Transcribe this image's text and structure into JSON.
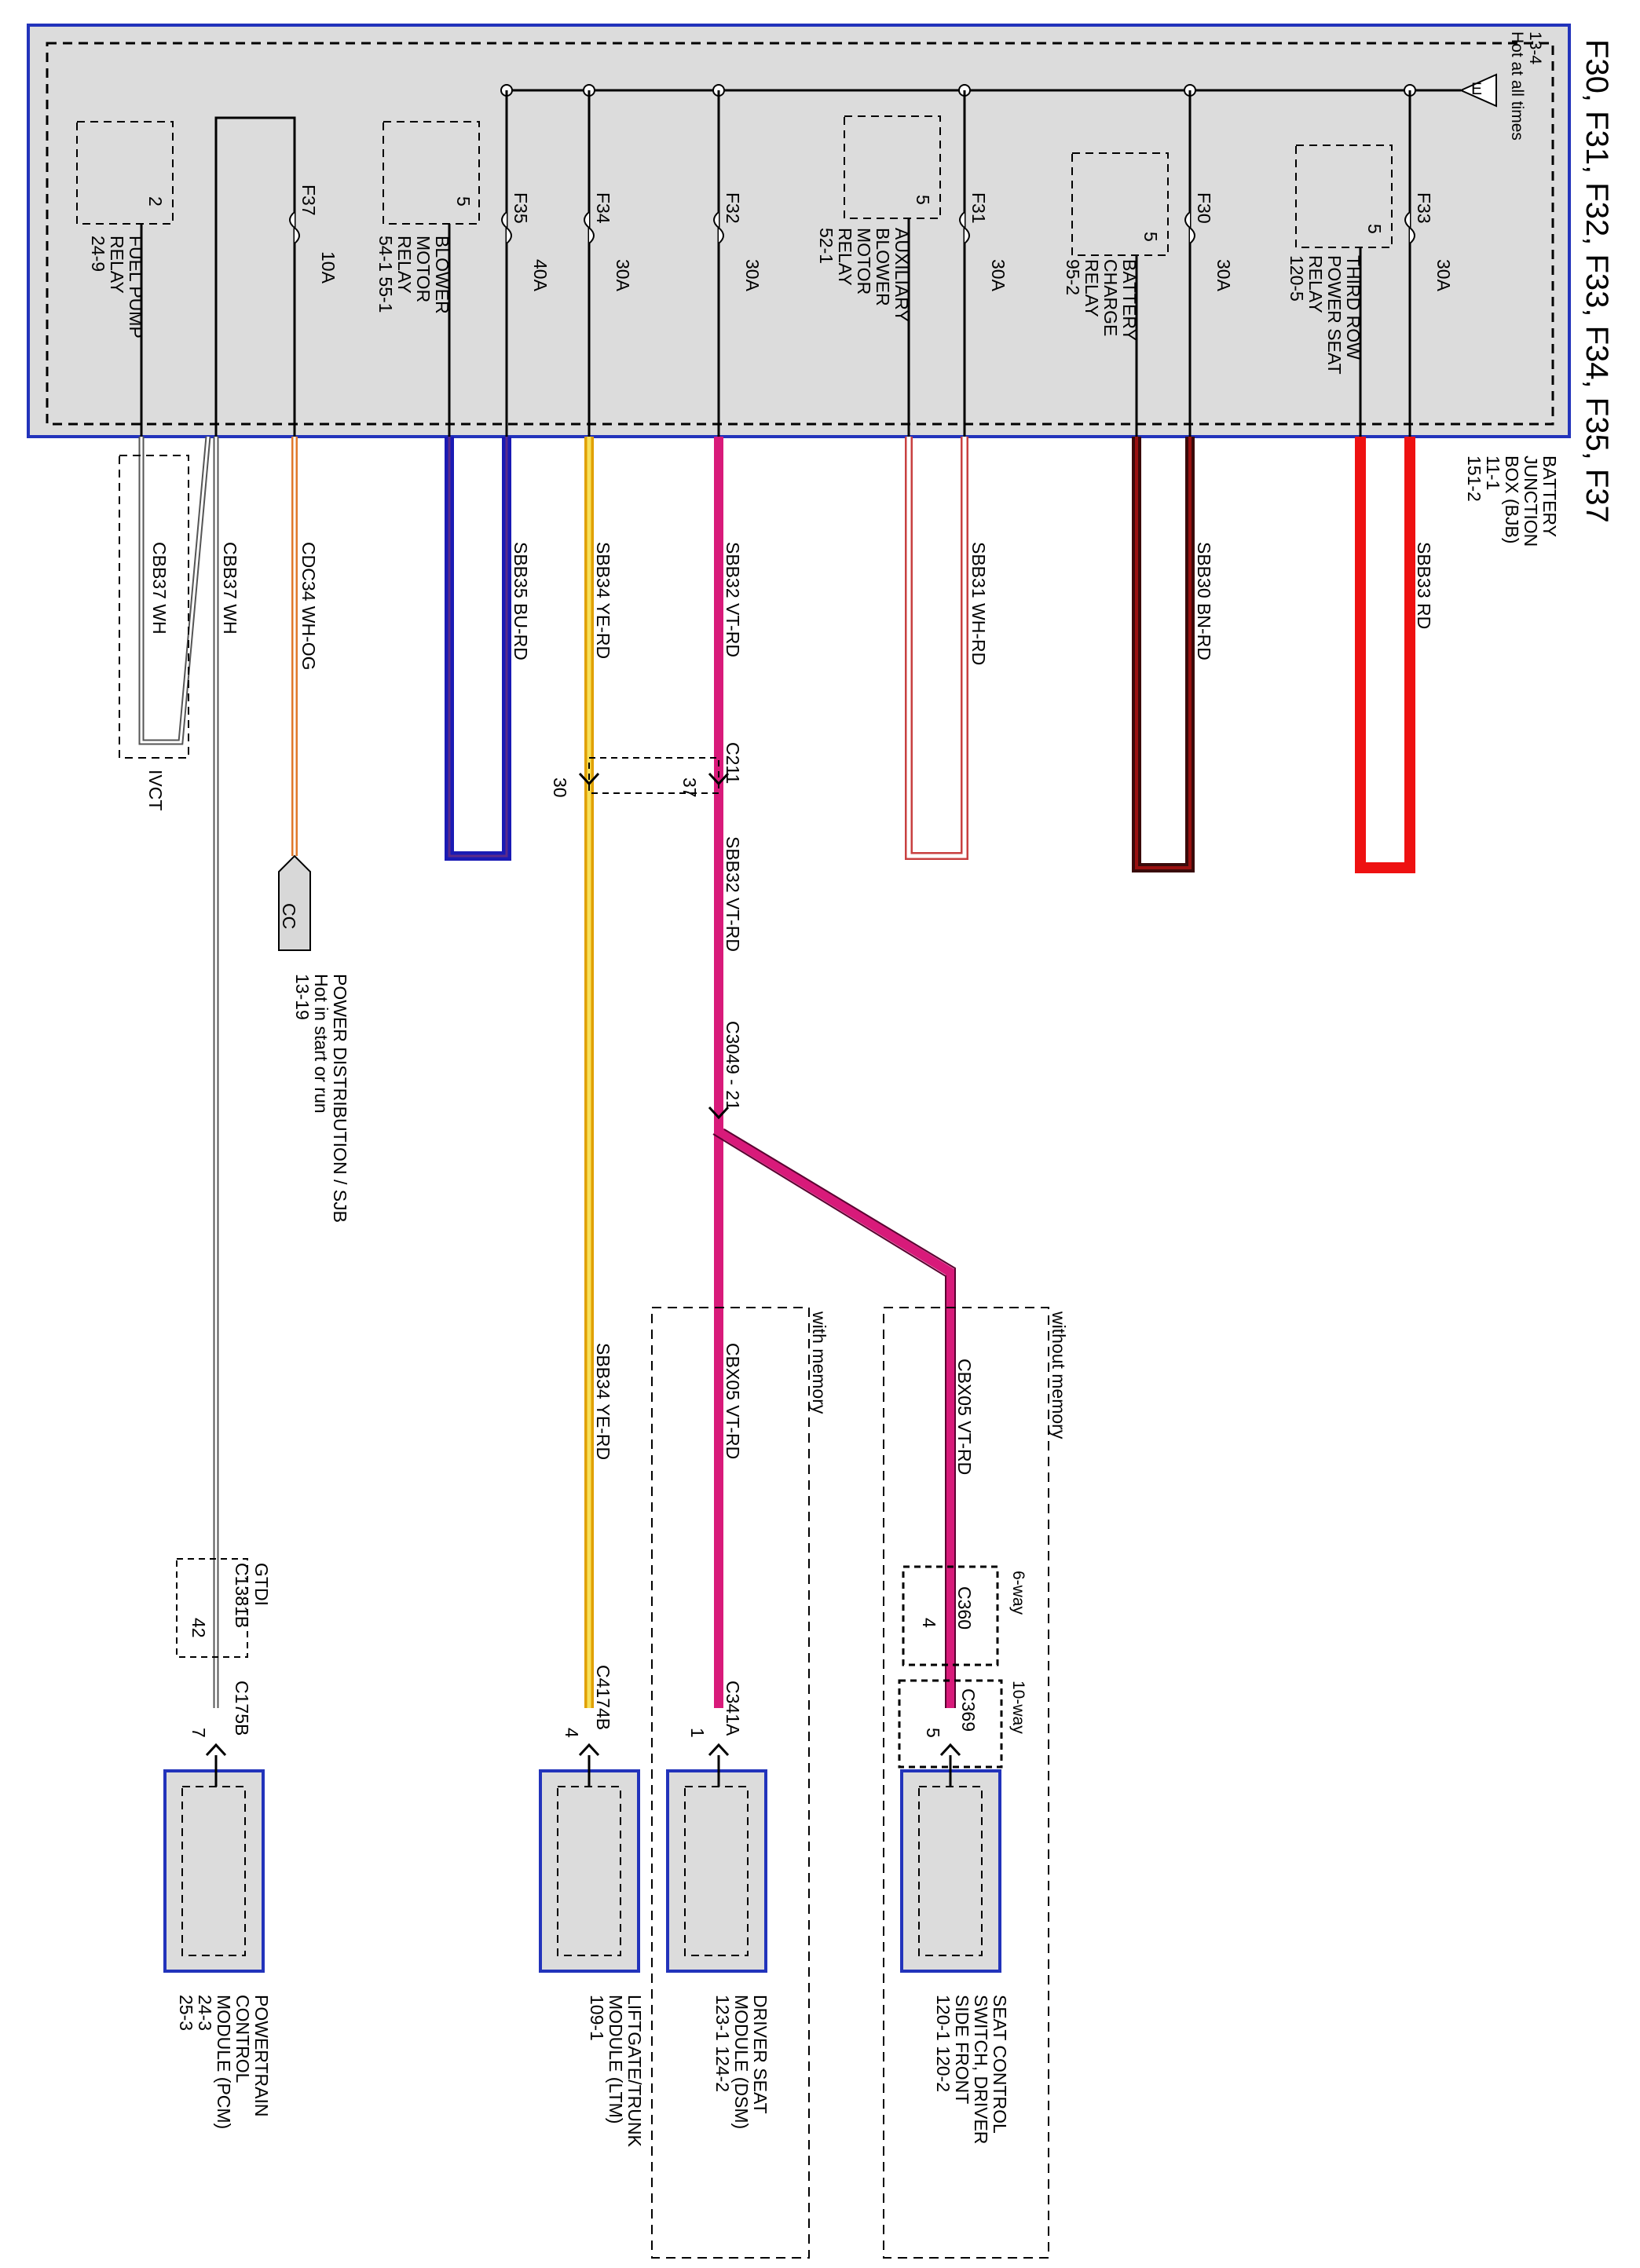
{
  "title": "F30, F31, F32, F33, F34, F35, F37",
  "colors": {
    "box_fill": "#dcdcdc",
    "box_border": "#2233bb",
    "BU-RD_a": "#1a1ab4",
    "BU-RD_b": "#5a2a8a",
    "YE-RD": "#f2c80f",
    "VT-RD": "#d81a7a",
    "WH-RD_edge": "#c84040",
    "BN-RD": "#3a0a0a",
    "BN-RD_core": "#9a1010",
    "RD": "#ee1111",
    "WH-OG_edge": "#e0782a",
    "WH": "#555555"
  },
  "bjb": {
    "label_lines": [
      "BATTERY",
      "JUNCTION",
      "BOX (BJB)",
      "11-1",
      "151-2"
    ],
    "hot": "Hot at all times",
    "hot_ref": "13-4",
    "hot_symbol": "E"
  },
  "fuses": {
    "f37": {
      "name": "F37",
      "amps": "10A"
    },
    "f35": {
      "name": "F35",
      "amps": "40A"
    },
    "f34": {
      "name": "F34",
      "amps": "30A"
    },
    "f32": {
      "name": "F32",
      "amps": "30A"
    },
    "f31": {
      "name": "F31",
      "amps": "30A"
    },
    "f30": {
      "name": "F30",
      "amps": "30A"
    },
    "f33": {
      "name": "F33",
      "amps": "30A"
    }
  },
  "relays": {
    "fuel_pump": {
      "pin": "2",
      "lines": [
        "FUEL PUMP",
        "RELAY",
        "24-9"
      ]
    },
    "blower": {
      "pin": "5",
      "lines": [
        "BLOWER",
        "MOTOR",
        "RELAY",
        "54-1   55-1"
      ]
    },
    "aux_blower": {
      "pin": "5",
      "lines": [
        "AUXILIARY",
        "BLOWER",
        "MOTOR",
        "RELAY",
        "52-1"
      ]
    },
    "battery_charge": {
      "pin": "5",
      "lines": [
        "BATTERY",
        "CHARGE",
        "RELAY",
        "95-2"
      ]
    },
    "third_row": {
      "pin": "5",
      "lines": [
        "THIRD ROW",
        "POWER SEAT",
        "RELAY",
        "120-5"
      ]
    }
  },
  "wires": {
    "cbb37_inner": "CBB37   WH",
    "cbb37_outer": "CBB37   WH",
    "cdc34": "CDC34   WH-OG",
    "sbb35": "SBB35   BU-RD",
    "sbb34": "SBB34   YE-RD",
    "sbb32": "SBB32   VT-RD",
    "sbb31": "SBB31   WH-RD",
    "sbb30": "SBB30   BN-RD",
    "sbb33": "SBB33   RD",
    "sbb32_b": "SBB32   VT-RD",
    "sbb34_b": "SBB34   YE-RD",
    "cbx05_a": "CBX05   VT-RD",
    "cbx05_b": "CBX05   VT-RD"
  },
  "connectors": {
    "ivct": "IVCT",
    "c211": "C211",
    "c211_pin_left": "30",
    "c211_pin_right": "37",
    "c3049": "C3049 - 21",
    "gtdi": "GTDI",
    "c1381b": "C1381B",
    "c1381b_pin": "42",
    "c175b": "C175B",
    "c175b_pin": "7",
    "c4174b": "C4174B",
    "c4174b_pin": "4",
    "c341a": "C341A",
    "c341a_pin": "1",
    "c360": "C360",
    "c360_way": "6-way",
    "c360_pin": "4",
    "c369": "C369",
    "c369_way": "10-way",
    "c369_pin": "5"
  },
  "power_dist": {
    "symbol": "CC",
    "lines": [
      "POWER DISTRIBUTION / SJB",
      "Hot in start or run",
      "13-19"
    ]
  },
  "variants": {
    "with_memory": "with memory",
    "without_memory": "without memory"
  },
  "modules": {
    "pcm": [
      "POWERTRAIN",
      "CONTROL",
      "MODULE (PCM)",
      "24-3",
      "25-3"
    ],
    "ltm": [
      "LIFTGATE/TRUNK",
      "MODULE (LTM)",
      "109-1"
    ],
    "dsm": [
      "DRIVER SEAT",
      "MODULE (DSM)",
      "123-1   124-2"
    ],
    "seat_switch": [
      "SEAT CONTROL",
      "SWITCH, DRIVER",
      "SIDE FRONT",
      "120-1   120-2"
    ]
  }
}
